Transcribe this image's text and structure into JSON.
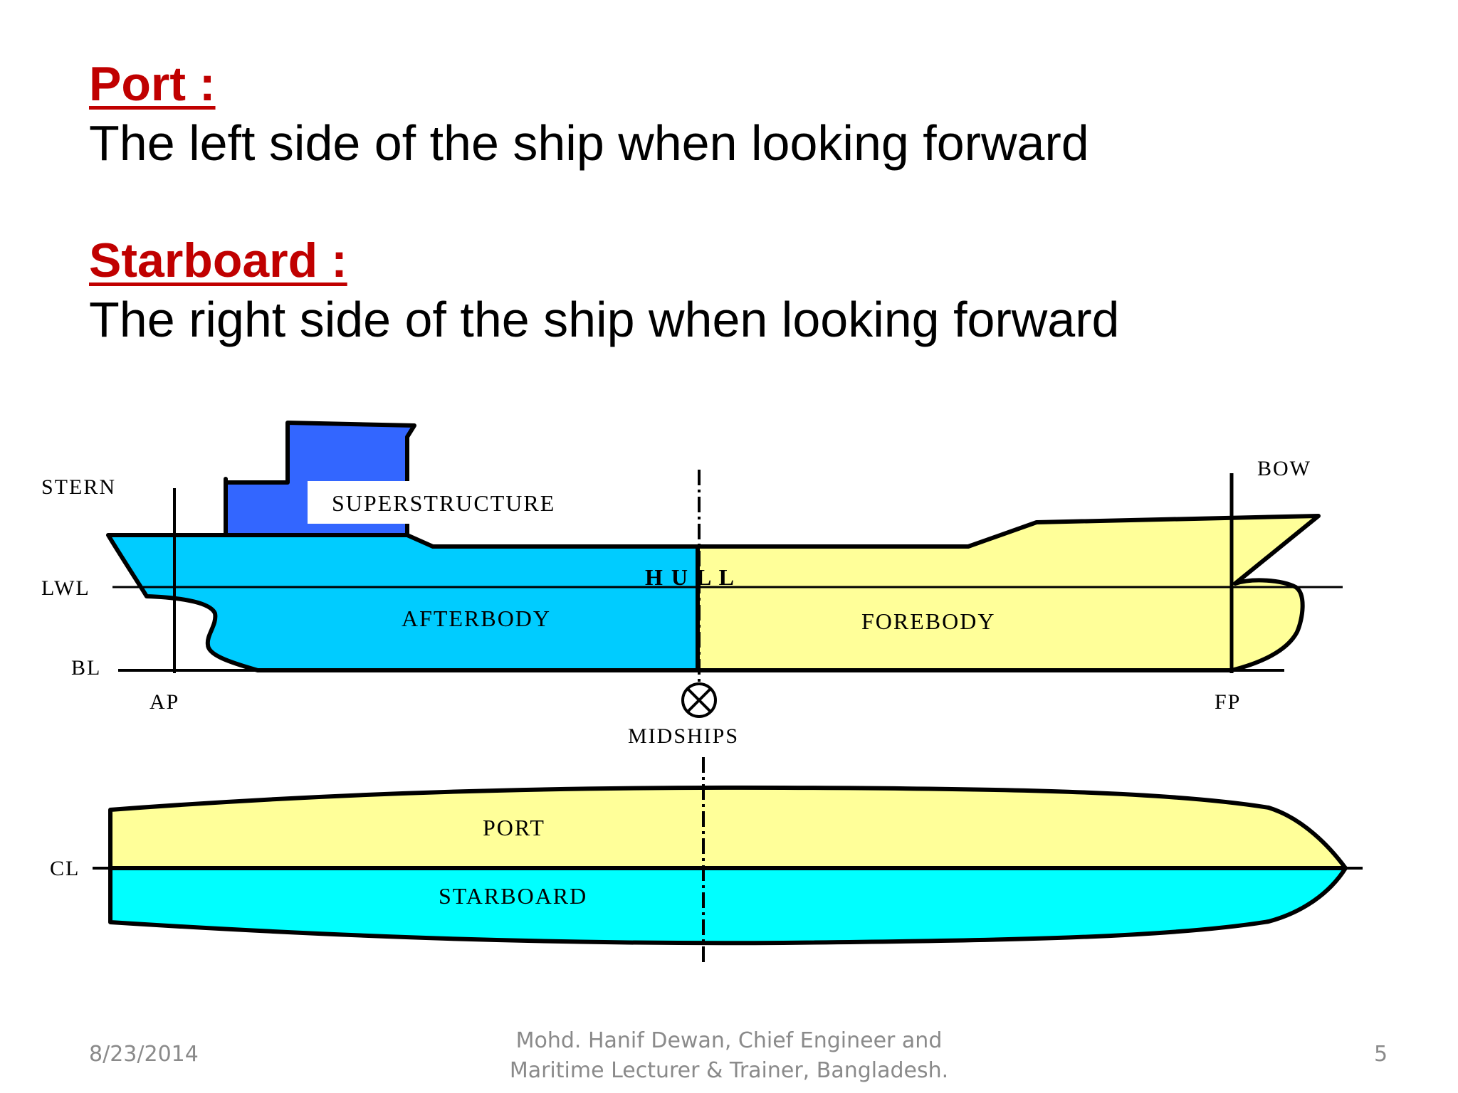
{
  "slide": {
    "port_heading": "Port :",
    "port_text": "The left side of the ship when looking forward",
    "starboard_heading": "Starboard :",
    "starboard_text": "The right side of the ship when looking forward"
  },
  "diagram": {
    "labels": {
      "stern": "STERN",
      "bow": "BOW",
      "superstructure": "SUPERSTRUCTURE",
      "hull": "H U L L",
      "lwl": "LWL",
      "bl": "BL",
      "afterbody": "AFTERBODY",
      "forebody": "FOREBODY",
      "ap": "AP",
      "fp": "FP",
      "midships": "MIDSHIPS",
      "port": "PORT",
      "starboard": "STARBOARD",
      "cl": "CL"
    },
    "colors": {
      "superstructure": "#3366ff",
      "afterbody": "#00ccff",
      "forebody": "#ffff99",
      "plan_port": "#ffff99",
      "plan_starboard": "#00ffff",
      "heading": "#c00000"
    }
  },
  "footer": {
    "date": "8/23/2014",
    "author_line1": "Mohd. Hanif Dewan, Chief Engineer and",
    "author_line2": "Maritime Lecturer & Trainer, Bangladesh.",
    "page_number": "5"
  }
}
